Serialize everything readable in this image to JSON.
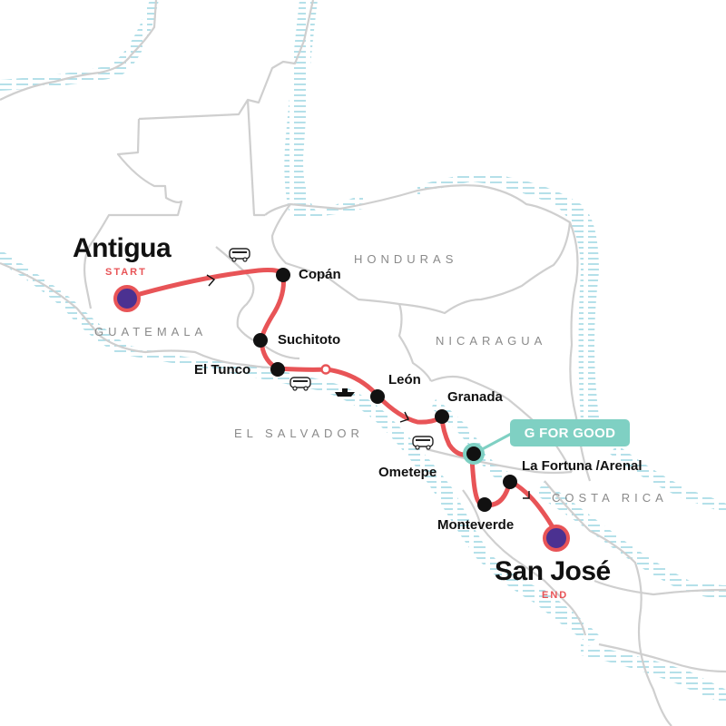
{
  "map": {
    "title": "Central America route map",
    "colors": {
      "route": "#e85457",
      "endpoint_fill": "#4b3191",
      "stop_dot": "#111111",
      "border": "#cfcfcf",
      "water_hatch": "#9dd6e2",
      "g_for_good": "#7fd0c3",
      "country_label": "#8a8a8a",
      "start_end_label": "#e85457"
    },
    "start": {
      "city": "Antigua",
      "tag": "START"
    },
    "end": {
      "city": "San José",
      "tag": "END"
    },
    "stops": [
      {
        "name": "Copán"
      },
      {
        "name": "Suchitoto"
      },
      {
        "name": "El Tunco"
      },
      {
        "name": "León"
      },
      {
        "name": "Granada"
      },
      {
        "name": "Ometepe"
      },
      {
        "name": "La Fortuna /Arenal"
      },
      {
        "name": "Monteverde"
      }
    ],
    "countries": [
      "GUATEMALA",
      "HONDURAS",
      "EL SALVADOR",
      "NICARAGUA",
      "COSTA RICA"
    ],
    "badge": {
      "label": "G FOR GOOD",
      "attached_to": "Ometepe"
    },
    "transport_icons": [
      "bus-icon",
      "bus-icon",
      "boat-icon",
      "bus-icon"
    ]
  }
}
